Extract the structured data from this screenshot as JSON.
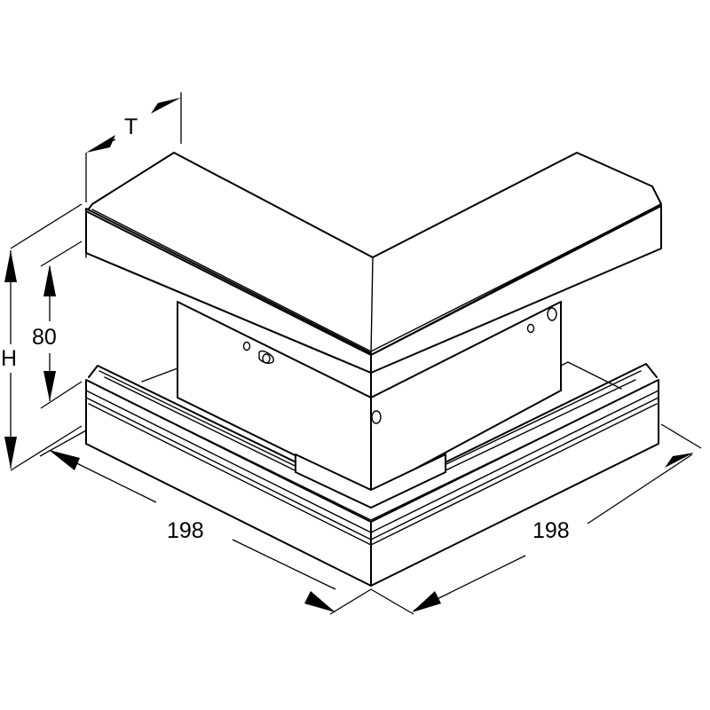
{
  "dimensions": {
    "depth_label": "T",
    "height_label": "H",
    "inner_height_label": "80",
    "left_length_label": "198",
    "right_length_label": "198"
  }
}
